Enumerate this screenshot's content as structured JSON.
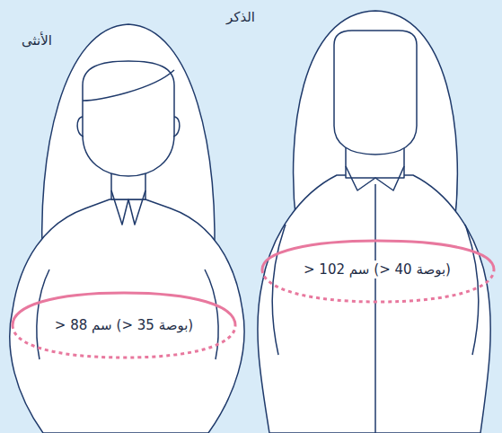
{
  "diagram": {
    "labels": [
      "الأنثى",
      "الذكر",
      "> 88 سم",
      "(> 35 بوصة)",
      "> 102 سم",
      "(> 40 بوصة)"
    ]
  }
}
